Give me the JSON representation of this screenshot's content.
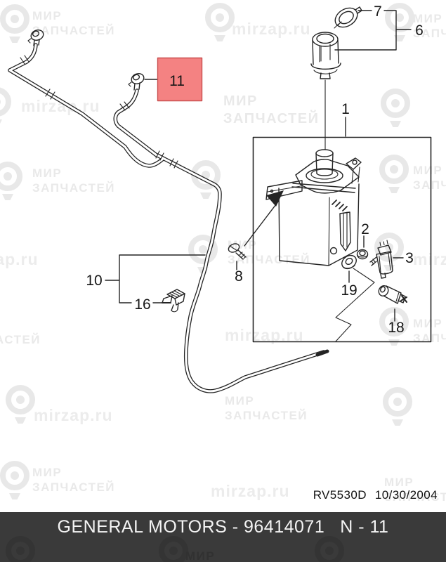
{
  "watermark": {
    "brand_line1": "МИР",
    "brand_line2": "ЗАПЧАСТЕЙ",
    "site": "mirzap.ru"
  },
  "callouts": {
    "c1": "1",
    "c2": "2",
    "c3": "3",
    "c6": "6",
    "c7": "7",
    "c8": "8",
    "c10": "10",
    "c11": "11",
    "c16": "16",
    "c18": "18",
    "c19": "19"
  },
  "highlight": {
    "label": "11",
    "fill": "#f48282",
    "border": "#c94f4f"
  },
  "footer": {
    "drawing_code": "RV5530D",
    "date": "10/30/2004",
    "bar_text_left": "GENERAL MOTORS - 96414071",
    "bar_text_right": "N - 11",
    "bar_bg": "#3a3a3a"
  }
}
